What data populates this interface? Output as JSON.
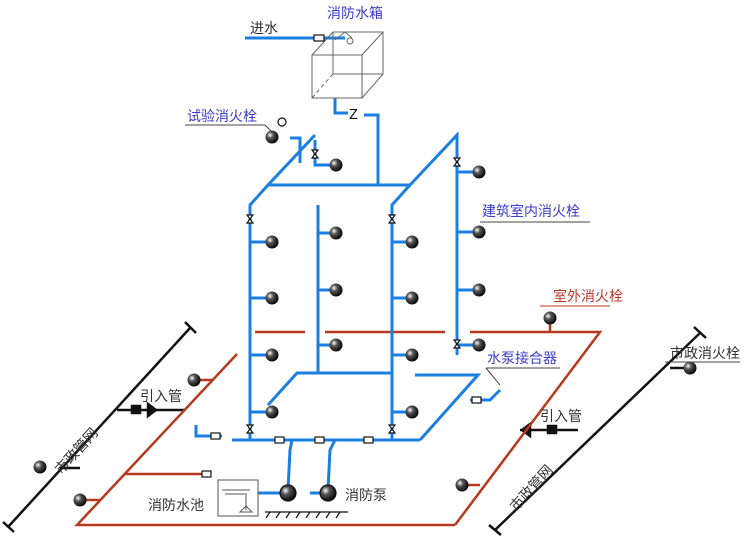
{
  "labels": {
    "water_in": "进水",
    "fire_tank": "消防水箱",
    "test_hydrant": "试验消火栓",
    "indoor_hydrant": "建筑室内消火栓",
    "outdoor_hydrant": "室外消火栓",
    "pump_adapter": "水泵接合器",
    "municipal_hydrant": "市政消火栓",
    "inlet_pipe_left": "引入管",
    "inlet_pipe_right": "引入管",
    "municipal_net_left": "市政管网",
    "municipal_net_right": "市政管网",
    "fire_pool": "消防水池",
    "fire_pump": "消防泵"
  },
  "colors": {
    "pipe": "#1a7fe0",
    "outdoor": "#b5391f",
    "city": "#111111",
    "label": "#3b3bd0"
  }
}
